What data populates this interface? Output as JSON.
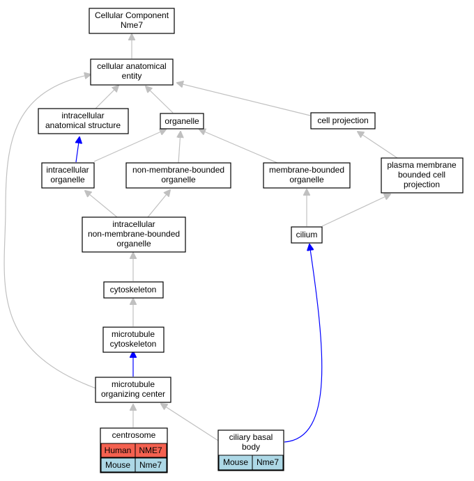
{
  "colors": {
    "is_a_edge": "#c0c0c0",
    "part_of_edge": "#0000ff",
    "human_cell": "#f46150",
    "mouse_cell": "#add8e6"
  },
  "nodes": {
    "root": {
      "line1": "Cellular Component",
      "line2": "Nme7"
    },
    "cae": {
      "line1": "cellular anatomical",
      "line2": "entity"
    },
    "ias": {
      "line1": "intracellular",
      "line2": "anatomical structure"
    },
    "organelle": {
      "line1": "organelle"
    },
    "cellproj": {
      "line1": "cell projection"
    },
    "intraorg": {
      "line1": "intracellular",
      "line2": "organelle"
    },
    "nmbo": {
      "line1": "non-membrane-bounded",
      "line2": "organelle"
    },
    "mbo": {
      "line1": "membrane-bounded",
      "line2": "organelle"
    },
    "pmbcp": {
      "line1": "plasma membrane",
      "line2": "bounded cell",
      "line3": "projection"
    },
    "inmbo": {
      "line1": "intracellular",
      "line2": "non-membrane-bounded",
      "line3": "organelle"
    },
    "cilium": {
      "line1": "cilium"
    },
    "cytoskeleton": {
      "line1": "cytoskeleton"
    },
    "mtcyto": {
      "line1": "microtubule",
      "line2": "cytoskeleton"
    },
    "mtoc": {
      "line1": "microtubule",
      "line2": "organizing center"
    },
    "centrosome": {
      "title": "centrosome",
      "human_species": "Human",
      "human_gene": "NME7",
      "mouse_species": "Mouse",
      "mouse_gene": "Nme7"
    },
    "cbb": {
      "line1": "ciliary basal",
      "line2": "body",
      "mouse_species": "Mouse",
      "mouse_gene": "Nme7"
    }
  }
}
